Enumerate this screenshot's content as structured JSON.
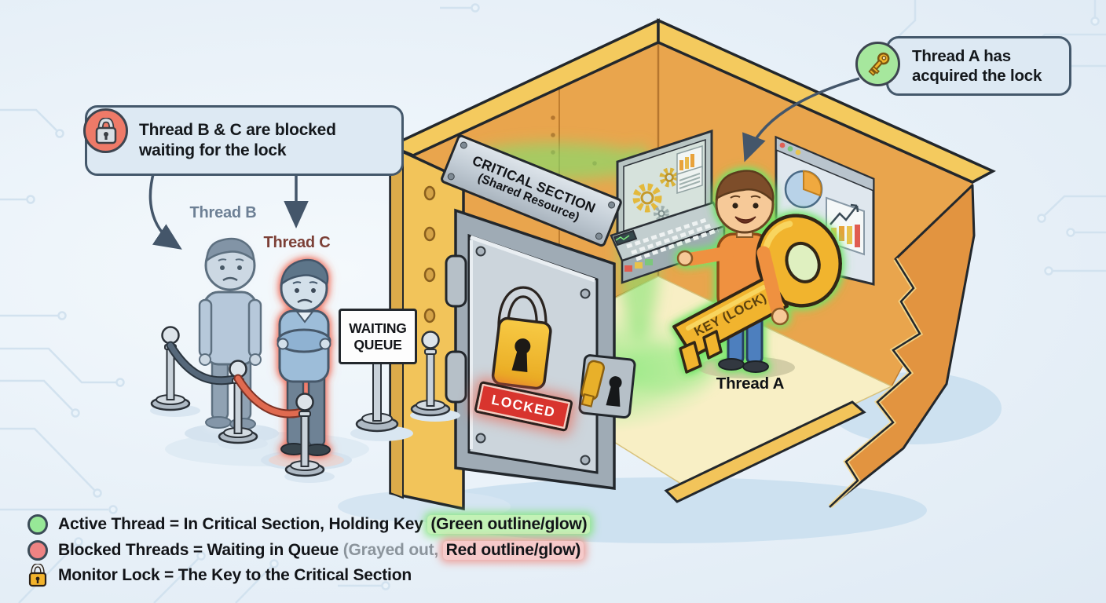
{
  "callouts": {
    "blocked": {
      "line1": "Thread B & C are blocked",
      "line2": "waiting for the lock"
    },
    "acquired": {
      "line1": "Thread A has",
      "line2": "acquired the lock"
    }
  },
  "thread_labels": {
    "a": "Thread A",
    "b": "Thread B",
    "c": "Thread C"
  },
  "signs": {
    "critical_section": {
      "line1": "CRITICAL SECTION",
      "line2": "(Shared Resource)"
    },
    "waiting_queue": {
      "line1": "WAITING",
      "line2": "QUEUE"
    },
    "locked": "LOCKED",
    "key": "KEY (LOCK)"
  },
  "legend": {
    "active": {
      "label": "Active Thread = In Critical Section, Holding Key ",
      "highlight": "(Green outline/glow)"
    },
    "blocked": {
      "label": "Blocked Threads = Waiting in Queue ",
      "muted": "(Grayed out, ",
      "highlight": "Red outline/glow)"
    },
    "monitor": {
      "label": "Monitor Lock = The Key to the Critical Section"
    }
  },
  "colors": {
    "active_glow": "#7fe779",
    "blocked_glow": "#ef8473",
    "room_yellow": "#f2c45a",
    "wall_orange": "#e9a54d",
    "door_gray": "#ccd5dc",
    "lock_gold": "#f2b32c",
    "locked_red": "#d8342e",
    "callout_bg": "#dde9f3",
    "callout_border": "#44586b",
    "rope_red": "#e06a50",
    "rope_gray": "#56687a"
  }
}
